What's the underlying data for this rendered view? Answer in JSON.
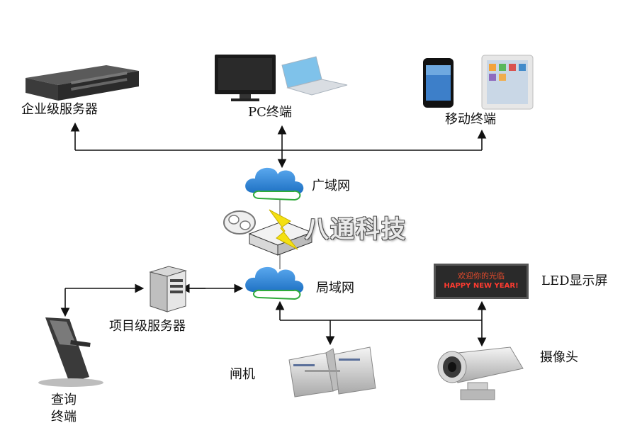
{
  "nodes": {
    "enterprise_server": "企业级服务器",
    "pc_terminal": "PC终端",
    "mobile_terminal": "移动终端",
    "wan": "广域网",
    "lan": "局域网",
    "project_server": "项目级服务器",
    "query_terminal_line1": "查询",
    "query_terminal_line2": "终端",
    "gate": "闸机",
    "camera": "摄像头",
    "led_display": "LED显示屏"
  },
  "led_screen": {
    "line1": "欢迎你的光临",
    "line2": "HAPPY NEW YEAR!"
  },
  "watermark": "八通科技",
  "colors": {
    "cloud_blue": "#2f86d6",
    "cloud_green": "#2faa3a",
    "wire": "#111111",
    "lightning": "#f4e012"
  }
}
